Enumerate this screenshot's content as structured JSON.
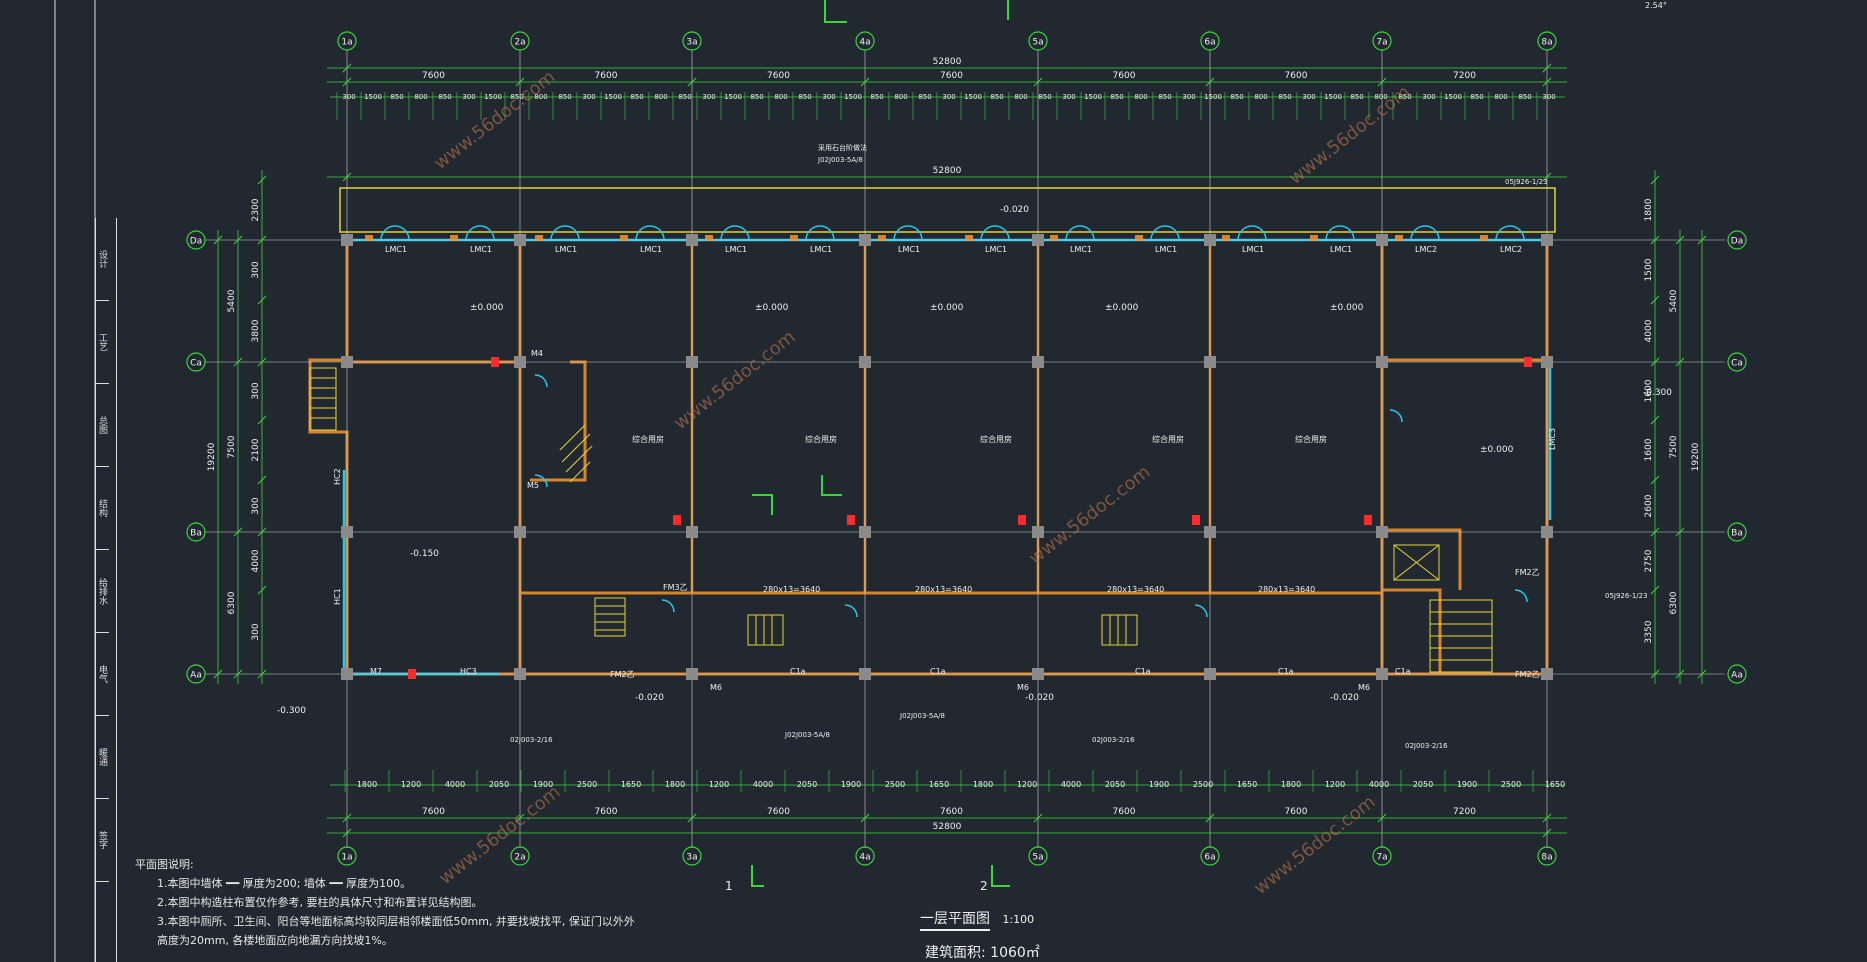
{
  "cols": [
    "1a",
    "2a",
    "3a",
    "4a",
    "5a",
    "6a",
    "7a",
    "8a"
  ],
  "rows": [
    "Da",
    "Ca",
    "Ba",
    "Aa"
  ],
  "top_bays": [
    "7600",
    "7600",
    "7600",
    "7600",
    "7600",
    "7600",
    "7200"
  ],
  "total_length": "52800",
  "left_dims": [
    "5400",
    "7500",
    "6300"
  ],
  "total_height": "19200",
  "right_dims": [
    "5400",
    "7500",
    "6300"
  ],
  "window_labels": [
    "LMC1",
    "LMC1",
    "LMC1",
    "LMC1",
    "LMC1",
    "LMC1",
    "LMC1",
    "LMC1",
    "LMC1",
    "LMC1",
    "LMC1",
    "LMC1",
    "LMC2",
    "LMC2"
  ],
  "elevations": {
    "hall": "±0.000",
    "front": "-0.020",
    "out1": "-0.300",
    "out2": "-0.150",
    "out3": "-0.300"
  },
  "room_label": "综合用房",
  "door_labels": [
    "M4",
    "M5",
    "M6",
    "FM3乙",
    "FM2乙",
    "M7",
    "C1a",
    "HC1",
    "HC2",
    "HC3",
    "LMC3"
  ],
  "top_detail_dims": [
    "300",
    "1500",
    "850",
    "800",
    "850"
  ],
  "bottom_detail_dims": [
    "1800",
    "1200",
    "4000",
    "2050",
    "1900",
    "2500",
    "1650"
  ],
  "stair_note": "280x13=3640",
  "ref_notes": [
    "采用石台阶做法",
    "J02J003-5A/8",
    "05J926-1/23",
    "02J003-2/16"
  ],
  "watermark": "www.56doc.com",
  "side_labels": [
    "设计",
    "工艺",
    "总图",
    "结构",
    "给排水",
    "电气",
    "暖通",
    "签字"
  ],
  "notes_title": "平面图说明:",
  "notes": [
    "1.本图中墙体 ━━ 厚度为200; 墙体 ━━ 厚度为100。",
    "2.本图中构造柱布置仅作参考, 要柱的具体尺寸和布置详见结构图。",
    "3.本图中厕所、卫生间、阳台等地面标高均较同层相邻楼面低50mm, 并要找坡找平, 保证门以外外",
    "   高度为20mm, 各楼地面应向地漏方向找坡1%。"
  ],
  "drawing_title": "一层平面图",
  "scale": "1:100",
  "area_label": "建筑面积: 1060㎡",
  "top_right_note": "2.54°",
  "section_marks": [
    "1",
    "2"
  ],
  "colors": {
    "grid": "#3bd63b",
    "axis": "#d0d0d0",
    "wall": "#d7852c",
    "window": "#29c7ea",
    "column": "#8a8a8a",
    "accent": "#ff2a2a",
    "yellow": "#e6d43a"
  }
}
